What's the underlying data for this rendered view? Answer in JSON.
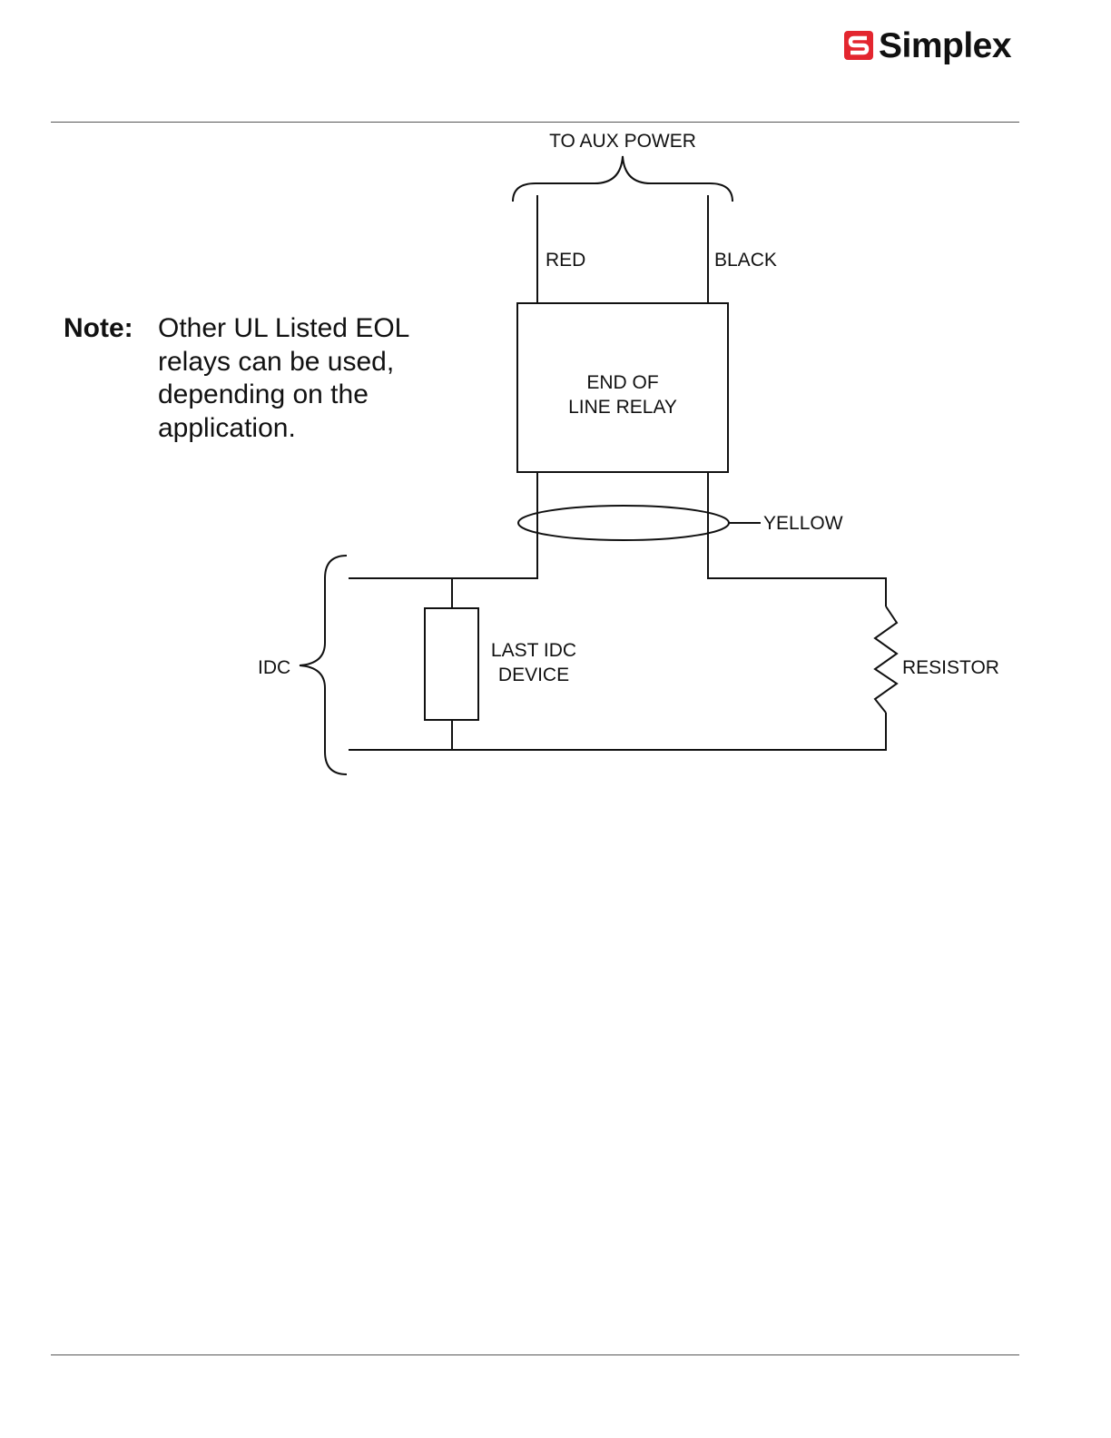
{
  "header": {
    "brand": "Simplex",
    "brand_color": "#e3262f"
  },
  "note": {
    "label": "Note:",
    "text": "Other UL Listed EOL relays can be used, depending on the application."
  },
  "diagram": {
    "top_label": "TO AUX POWER",
    "wire_left": "RED",
    "wire_right": "BLACK",
    "relay_line1": "END OF",
    "relay_line2": "LINE RELAY",
    "wire_bundle": "YELLOW",
    "circuit_label": "IDC",
    "device_line1": "LAST IDC",
    "device_line2": "DEVICE",
    "resistor": "RESISTOR"
  }
}
